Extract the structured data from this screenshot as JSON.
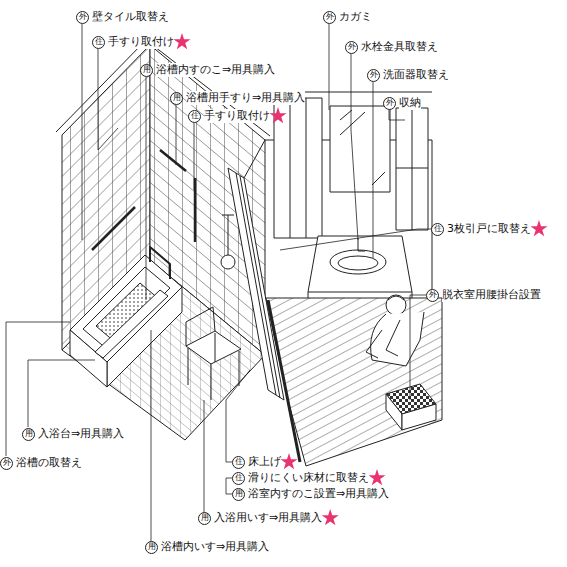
{
  "diagram": {
    "nodes": [
      {
        "text": [
          "外",
          "壁タイル取替え"
        ]
      },
      {
        "text": [
          "住",
          "手すり取付け"
        ]
      },
      {
        "text": [
          "用",
          "浴槽内すのこ⇒用具購入"
        ]
      },
      {
        "text": [
          "用",
          "浴槽用手すり⇒用具購入"
        ]
      },
      {
        "text": [
          "住",
          "手すり取付け"
        ]
      },
      {
        "text": [
          "外",
          "カガミ"
        ]
      },
      {
        "text": [
          "外",
          "水栓金具取替え"
        ]
      },
      {
        "text": [
          "外",
          "洗面器取替え"
        ]
      },
      {
        "text": [
          "外",
          "収納"
        ]
      },
      {
        "text": [
          "住",
          "3枚引戸に取替え"
        ]
      },
      {
        "text": [
          "外",
          "脱衣室用腰掛台設置"
        ]
      },
      {
        "text": [
          "用",
          "入浴台⇒用具購入"
        ]
      },
      {
        "text": [
          "外",
          "浴槽の取替え"
        ]
      },
      {
        "text": [
          "住",
          "床上げ"
        ]
      },
      {
        "text": [
          "住",
          "滑りにくい床材に取替え"
        ]
      },
      {
        "text": [
          "用",
          "浴室内すのこ設置⇒用具購入"
        ]
      },
      {
        "text": [
          "用",
          "入浴用いす⇒用具購入"
        ]
      },
      {
        "text": [
          "用",
          "浴槽内いす⇒用具購入"
        ]
      }
    ]
  }
}
